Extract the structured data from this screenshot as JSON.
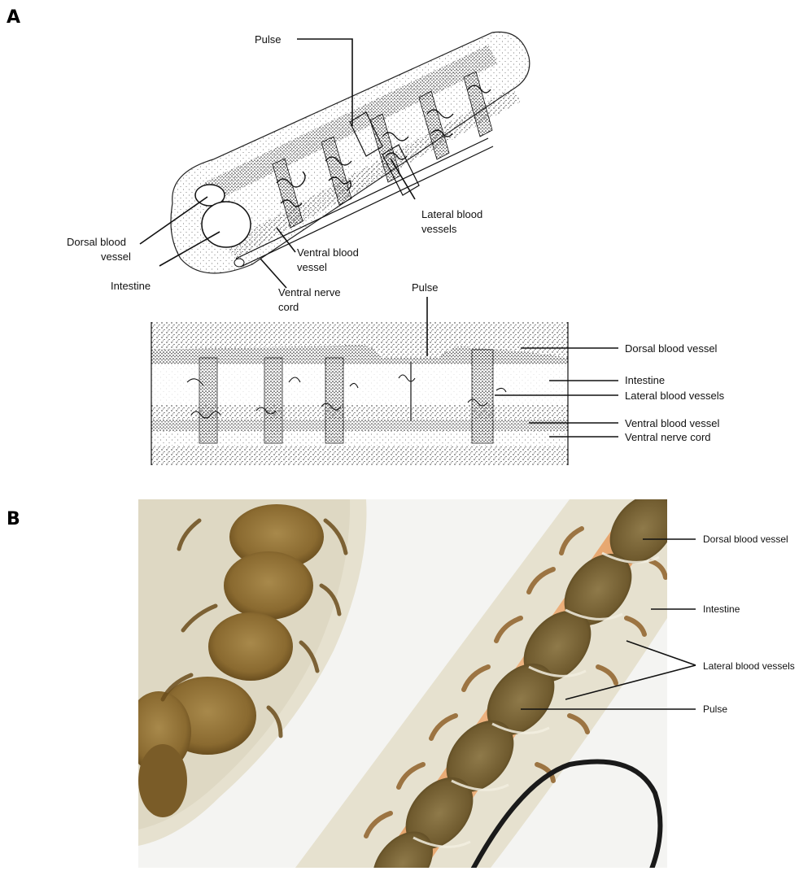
{
  "panel_a": {
    "letter": "A",
    "perspective_labels": {
      "pulse": "Pulse",
      "lateral_blood_vessels_1": "Lateral blood",
      "lateral_blood_vessels_2": "vessels",
      "dorsal_blood_vessel_1": "Dorsal blood",
      "dorsal_blood_vessel_2": "vessel",
      "intestine": "Intestine",
      "ventral_blood_vessel_1": "Ventral blood",
      "ventral_blood_vessel_2": "vessel",
      "ventral_nerve_cord_1": "Ventral nerve",
      "ventral_nerve_cord_2": "cord"
    },
    "side_labels": {
      "pulse": "Pulse",
      "dorsal_blood_vessel": "Dorsal blood vessel",
      "intestine": "Intestine",
      "lateral_blood_vessels": "Lateral blood vessels",
      "ventral_blood_vessel": "Ventral blood vessel",
      "ventral_nerve_cord": "Ventral nerve cord"
    }
  },
  "panel_b": {
    "letter": "B",
    "labels": {
      "dorsal_blood_vessel": "Dorsal blood vessel",
      "intestine": "Intestine",
      "lateral_blood_vessels": "Lateral blood vessels",
      "pulse": "Pulse"
    }
  },
  "colors": {
    "ink": "#111111",
    "tissue": "#8a6a30",
    "gut": "#9b7a3e",
    "blood": "#e8a56a",
    "skin": "#e6e1cf",
    "background": "#f4f4f2"
  }
}
